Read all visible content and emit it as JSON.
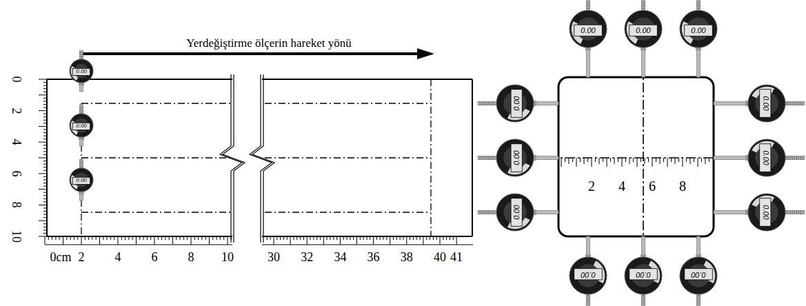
{
  "diagram": {
    "labels": [
      "Yerdeğiştirme ölçerin hareket yönü",
      "0",
      "2",
      "4",
      "6",
      "8",
      "10",
      "0cm",
      "2",
      "4",
      "6",
      "8",
      "10",
      "30",
      "32",
      "34",
      "36",
      "38",
      "40",
      "41",
      "2",
      "4",
      "6",
      "8",
      "0.00",
      "0.00",
      "0.00",
      "0.00",
      "0.00",
      "0.00",
      "0.00",
      "0.00",
      "0.00",
      "0.00",
      "0.00",
      "0.00",
      "0.00",
      "0.00",
      "0.00"
    ]
  }
}
